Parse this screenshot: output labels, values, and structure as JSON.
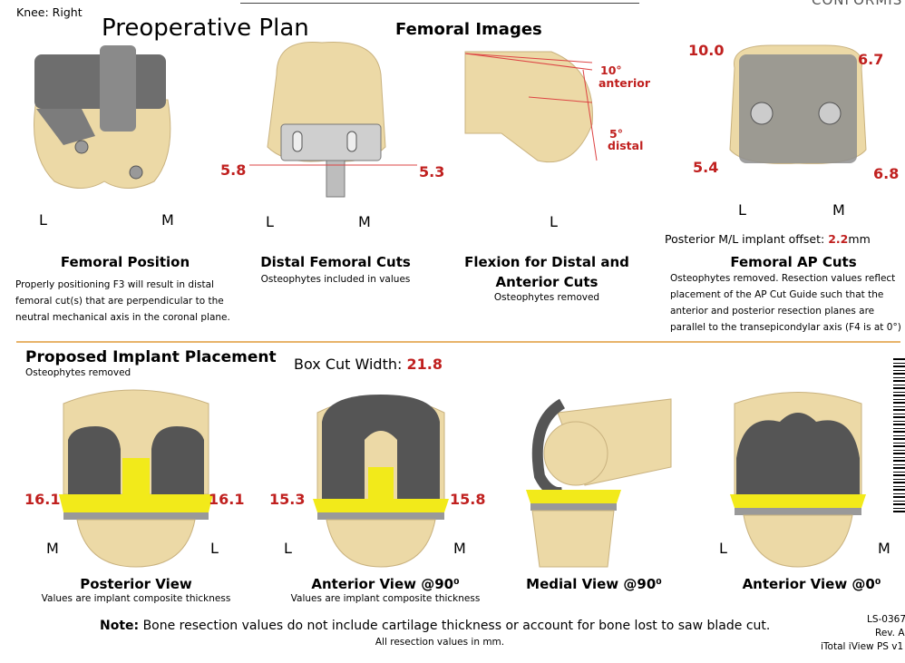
{
  "header": {
    "knee_side": "Knee: Right",
    "plan_title": "Preoperative Plan",
    "femoral_images_title": "Femoral Images",
    "brand_text": "CONFORMIS"
  },
  "top": {
    "femoral_position": {
      "L": "L",
      "M": "M",
      "title": "Femoral Position",
      "desc_lines": [
        "Properly positioning F3 will result in distal",
        "femoral cut(s) that are perpendicular to the",
        "neutral mechanical axis in the coronal plane."
      ]
    },
    "distal_cuts": {
      "left_val": "5.8",
      "right_val": "5.3",
      "L": "L",
      "M": "M",
      "title": "Distal Femoral Cuts",
      "note": "Osteophytes included in values"
    },
    "flexion": {
      "anterior_deg": "10°",
      "anterior_word": "anterior",
      "distal_deg": "5°",
      "distal_word": "distal",
      "L": "L",
      "title_line1": "Flexion for Distal and",
      "title_line2": "Anterior Cuts",
      "note": "Osteophytes removed"
    },
    "ap_cuts": {
      "top_left": "10.0",
      "top_right": "6.7",
      "bottom_left": "5.4",
      "bottom_right": "6.8",
      "L": "L",
      "M": "M",
      "offset_label": "Posterior M/L implant offset:",
      "offset_value": "2.2",
      "offset_unit": "mm",
      "title": "Femoral AP Cuts",
      "desc_lines": [
        "Osteophytes removed. Resection values reflect",
        "placement of the AP Cut Guide such that the",
        "anterior and posterior resection planes are",
        "parallel to the transepicondylar axis (F4 is at 0°)"
      ]
    }
  },
  "bottom": {
    "title": "Proposed Implant Placement",
    "note": "Osteophytes removed",
    "box_cut_label": "Box Cut Width:",
    "box_cut_value": "21.8",
    "posterior": {
      "left_val": "16.1",
      "right_val": "16.1",
      "M": "M",
      "L": "L",
      "title": "Posterior View",
      "sub": "Values are implant composite thickness"
    },
    "anterior90": {
      "left_val": "15.3",
      "right_val": "15.8",
      "L": "L",
      "M": "M",
      "title": "Anterior View @90⁰",
      "sub": "Values are implant composite thickness"
    },
    "medial90": {
      "title": "Medial View @90⁰"
    },
    "anterior0": {
      "L": "L",
      "M": "M",
      "title": "Anterior View @0⁰"
    }
  },
  "footer": {
    "note_bold": "Note:",
    "note_text": " Bone resection values do not include cartilage thickness or account for bone lost to saw blade cut.",
    "note_sub": "All resection values in mm.",
    "code": "LS-0367",
    "rev": "Rev. A",
    "version": "iTotal iView PS v1"
  },
  "colors": {
    "value_red": "#c0201f",
    "divider_orange": "#e8b36a",
    "bone": "#ecd9a6",
    "implant_gray": "#5a5a5a",
    "tibia_yellow": "#f2ea1a"
  }
}
